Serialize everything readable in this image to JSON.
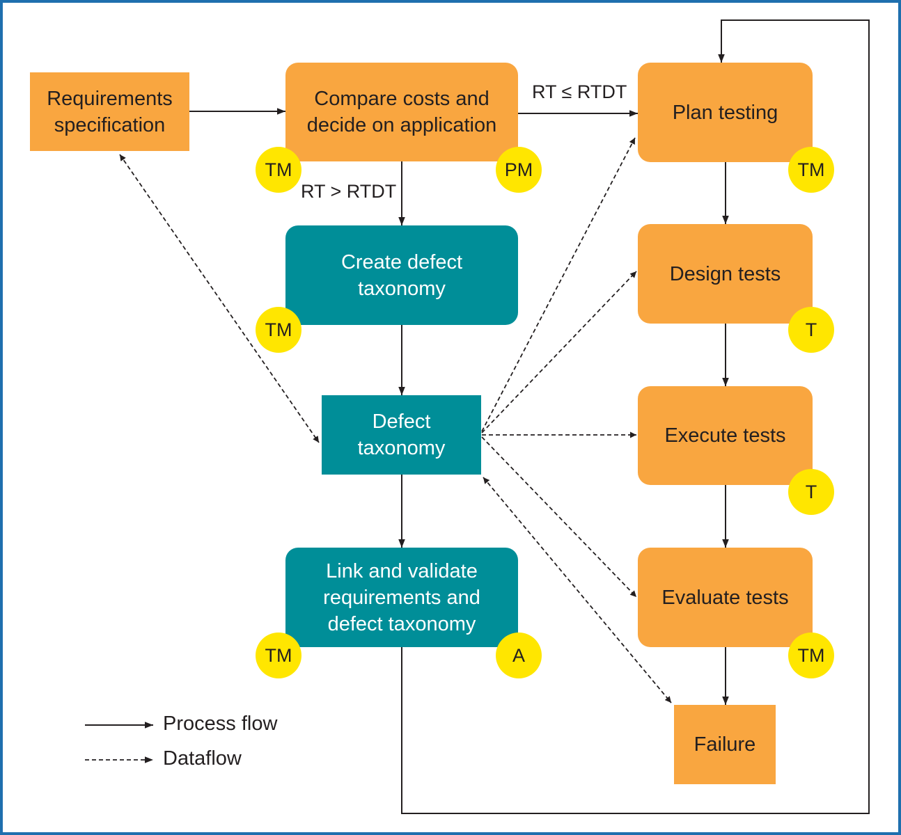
{
  "colors": {
    "border": "#1f6fae",
    "orange": "#f9a640",
    "teal": "#008e98",
    "badge": "#ffe600",
    "line": "#231f20"
  },
  "nodes": {
    "requirements_spec": "Requirements\nspecification",
    "compare_costs": "Compare costs and\ndecide on application",
    "plan_testing": "Plan testing",
    "create_taxonomy": "Create defect\ntaxonomy",
    "design_tests": "Design tests",
    "defect_taxonomy": "Defect\ntaxonomy",
    "execute_tests": "Execute tests",
    "link_validate": "Link and validate\nrequirements and\ndefect taxonomy",
    "evaluate_tests": "Evaluate tests",
    "failure": "Failure"
  },
  "badges": {
    "compare_costs_left": "TM",
    "compare_costs_right": "PM",
    "plan_testing": "TM",
    "create_taxonomy": "TM",
    "design_tests": "T",
    "execute_tests": "T",
    "link_validate_left": "TM",
    "link_validate_right": "A",
    "evaluate_tests": "TM"
  },
  "edge_labels": {
    "to_plan": "RT ≤ RTDT",
    "to_create": "RT > RTDT"
  },
  "legend": {
    "process_flow": "Process flow",
    "dataflow": "Dataflow"
  }
}
